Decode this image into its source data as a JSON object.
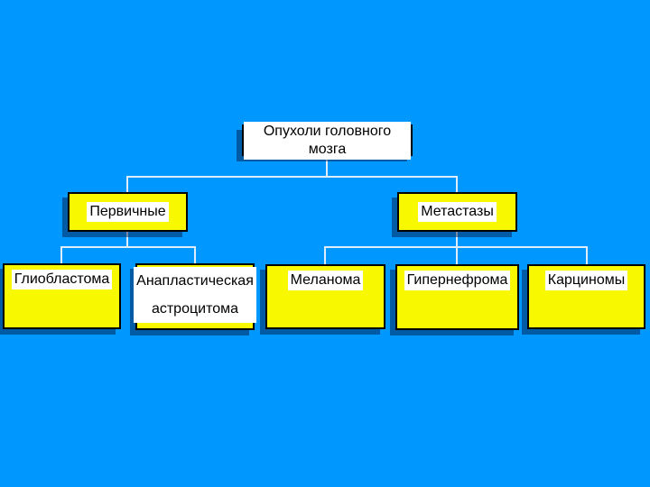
{
  "colors": {
    "background": "#0097FE",
    "box_fill": "#F8F800",
    "box_border": "#000000",
    "label_highlight": "#FFFFFF",
    "connector": "#DDEDFC",
    "shadow": "rgba(0, 15, 55, 0.45)"
  },
  "diagram": {
    "type": "tree",
    "root": {
      "label": "Опухоли головного мозга",
      "children": [
        {
          "label": "Первичные",
          "children": [
            {
              "label": "Глиобластома"
            },
            {
              "label": "Анапластическая астроцитома"
            }
          ]
        },
        {
          "label": "Метастазы",
          "children": [
            {
              "label": "Меланома"
            },
            {
              "label": "Гипернефрома"
            },
            {
              "label": "Карциномы"
            }
          ]
        }
      ]
    }
  }
}
